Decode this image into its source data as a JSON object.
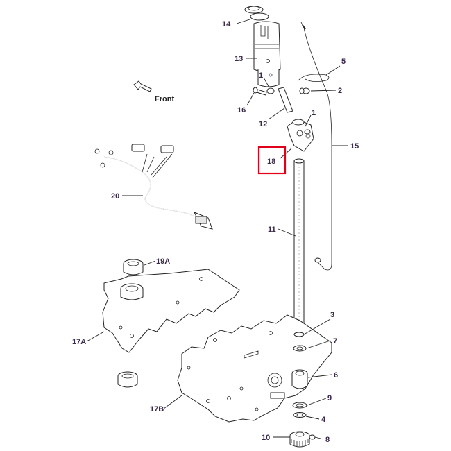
{
  "orientation": {
    "label": "Front"
  },
  "callouts": {
    "c14": "14",
    "c13": "13",
    "c1a": "1",
    "c5": "5",
    "c2": "2",
    "c16": "16",
    "c12": "12",
    "c1b": "1",
    "c15": "15",
    "c18": "18",
    "c20": "20",
    "c11": "11",
    "c19a": "19A",
    "c17a": "17A",
    "c3": "3",
    "c7": "7",
    "c6": "6",
    "c17b": "17B",
    "c9": "9",
    "c4": "4",
    "c10": "10",
    "c8": "8"
  },
  "highlight": {
    "color": "#e0001a",
    "target": "18"
  }
}
